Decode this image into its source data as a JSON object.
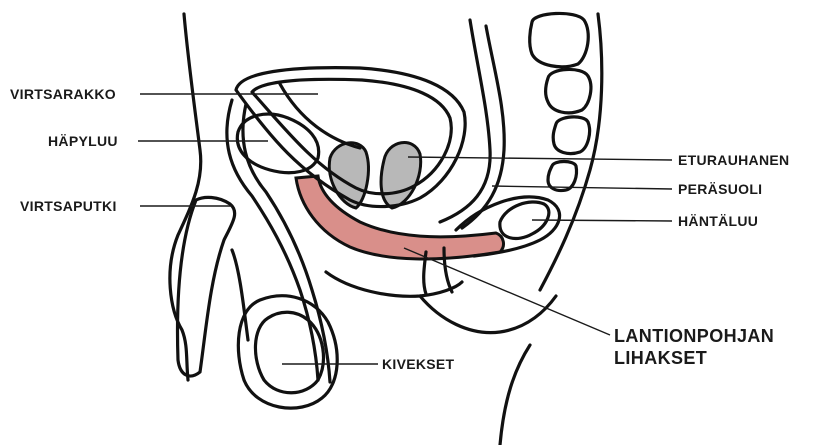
{
  "labels": {
    "bladder": "VIRTSARAKKO",
    "pubic_bone": "HÄPYLUU",
    "urethra": "VIRTSAPUTKI",
    "testicles": "KIVEKSET",
    "prostate": "ETURAUHANEN",
    "rectum": "PERÄSUOLI",
    "tailbone": "HÄNTÄLUU",
    "pelvic_floor_line1": "LANTIONPOHJAN",
    "pelvic_floor_line2": "LIHAKSET"
  },
  "colors": {
    "outline": "#111111",
    "prostate_fill": "#b8b8b8",
    "pelvic_floor_fill": "#d98f8a",
    "background": "#ffffff"
  }
}
